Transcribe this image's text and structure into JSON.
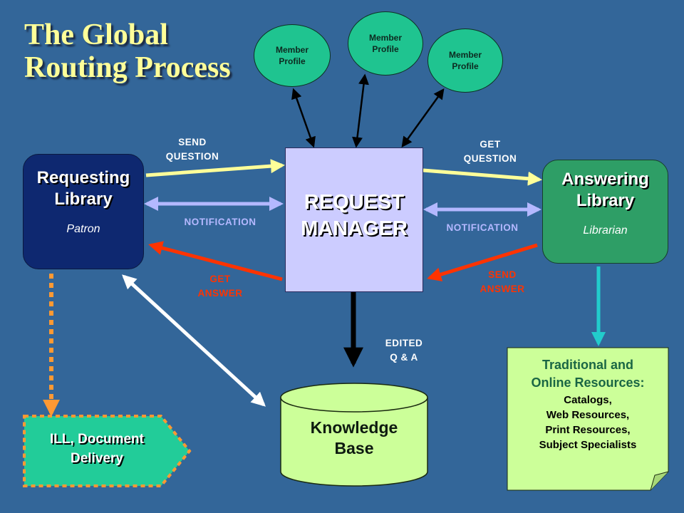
{
  "title": {
    "line1": "The Global",
    "line2": "Routing Process"
  },
  "member_profiles": [
    {
      "line1": "Member",
      "line2": "Profile"
    },
    {
      "line1": "Member",
      "line2": "Profile"
    },
    {
      "line1": "Member",
      "line2": "Profile"
    }
  ],
  "requesting_library": {
    "line1": "Requesting",
    "line2": "Library",
    "sub": "Patron"
  },
  "answering_library": {
    "line1": "Answering",
    "line2": "Library",
    "sub": "Librarian"
  },
  "request_manager": {
    "line1": "REQUEST",
    "line2": "MANAGER"
  },
  "labels": {
    "send_question": {
      "line1": "SEND",
      "line2": "QUESTION"
    },
    "get_question": {
      "line1": "GET",
      "line2": "QUESTION"
    },
    "notification_left": "NOTIFICATION",
    "notification_right": "NOTIFICATION",
    "get_answer": {
      "line1": "GET",
      "line2": "ANSWER"
    },
    "send_answer": {
      "line1": "SEND",
      "line2": "ANSWER"
    },
    "edited_qa": {
      "line1": "EDITED",
      "line2": "Q & A"
    }
  },
  "knowledge_base": {
    "line1": "Knowledge",
    "line2": "Base"
  },
  "ill": {
    "line1": "ILL, Document",
    "line2": "Delivery"
  },
  "resources": {
    "line1": "Traditional and",
    "line2": "Online Resources:",
    "items": [
      "Catalogs,",
      "Web Resources,",
      "Print Resources,",
      "Subject Specialists"
    ]
  },
  "colors": {
    "background": "#336699",
    "title": "#ffff99",
    "send_question_arrow": "#ffff99",
    "notification_arrow": "#b4b8ff",
    "answer_arrow": "#ff3300",
    "ill_arrow": "#ff9933",
    "resources_arrow": "#22cccc"
  }
}
